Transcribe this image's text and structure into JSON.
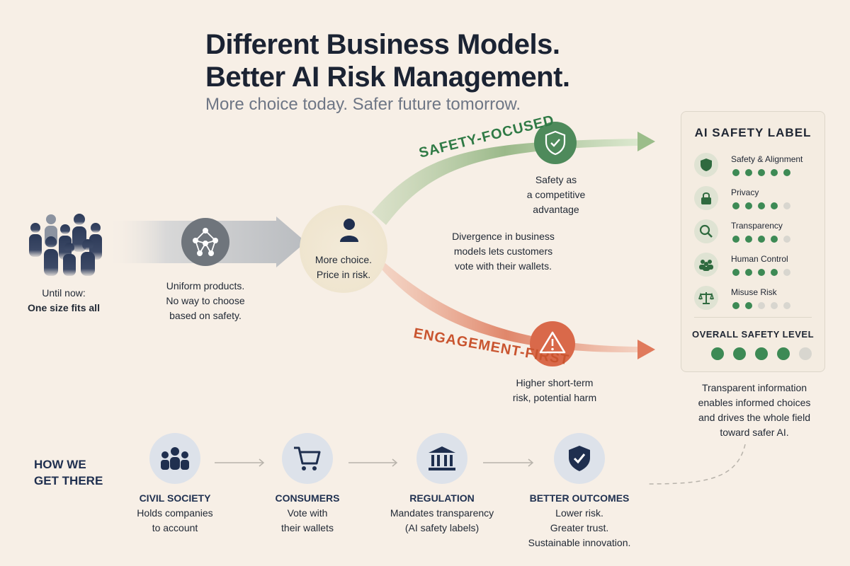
{
  "header": {
    "title_line1": "Different Business Models.",
    "title_line2": "Better AI Risk Management.",
    "subtitle": "More choice today. Safer future tomorrow."
  },
  "left": {
    "until_now": "Until now:",
    "one_size": "One size fits all",
    "uniform_line1": "Uniform products.",
    "uniform_line2": "No way to choose",
    "uniform_line3": "based on safety."
  },
  "center": {
    "more_choice": "More choice.",
    "price_in_risk": "Price in risk.",
    "divergence_line1": "Divergence in business",
    "divergence_line2": "models lets customers",
    "divergence_line3": "vote with their wallets."
  },
  "paths": {
    "safety_label": "SAFETY-FOCUSED",
    "safety_color": "#2f7a45",
    "safety_desc_line1": "Safety as",
    "safety_desc_line2": "a competitive",
    "safety_desc_line3": "advantage",
    "engagement_label": "ENGAGEMENT-FIRST",
    "engagement_color": "#c9542f",
    "engagement_desc_line1": "Higher short-term",
    "engagement_desc_line2": "risk, potential harm"
  },
  "label_panel": {
    "title": "AI SAFETY LABEL",
    "rows": [
      {
        "name": "Safety & Alignment",
        "icon": "shield-icon",
        "score": 5,
        "max": 5
      },
      {
        "name": "Privacy",
        "icon": "lock-icon",
        "score": 4,
        "max": 5
      },
      {
        "name": "Transparency",
        "icon": "magnifier-icon",
        "score": 4,
        "max": 5
      },
      {
        "name": "Human Control",
        "icon": "people-icon",
        "score": 4,
        "max": 5
      },
      {
        "name": "Misuse Risk",
        "icon": "scales-icon",
        "score": 2,
        "max": 5
      }
    ],
    "overall_title": "OVERALL SAFETY LEVEL",
    "overall_score": 4,
    "overall_max": 5,
    "footnote_line1": "Transparent information",
    "footnote_line2": "enables informed choices",
    "footnote_line3": "and drives the whole field",
    "footnote_line4": "toward safer AI."
  },
  "how": {
    "line1": "HOW WE",
    "line2": "GET THERE",
    "steps": [
      {
        "title": "CIVIL SOCIETY",
        "line1": "Holds companies",
        "line2": "to account",
        "line3": "",
        "icon": "group-icon"
      },
      {
        "title": "CONSUMERS",
        "line1": "Vote with",
        "line2": "their wallets",
        "line3": "",
        "icon": "cart-icon"
      },
      {
        "title": "REGULATION",
        "line1": "Mandates transparency",
        "line2": "(AI safety labels)",
        "line3": "",
        "icon": "building-icon"
      },
      {
        "title": "BETTER OUTCOMES",
        "line1": "Lower risk.",
        "line2": "Greater trust.",
        "line3": "Sustainable innovation.",
        "icon": "shield-check-icon"
      }
    ]
  },
  "colors": {
    "background": "#f7efe6",
    "navy": "#1f2f4f",
    "green": "#3d8a55",
    "orange": "#d9694a"
  }
}
